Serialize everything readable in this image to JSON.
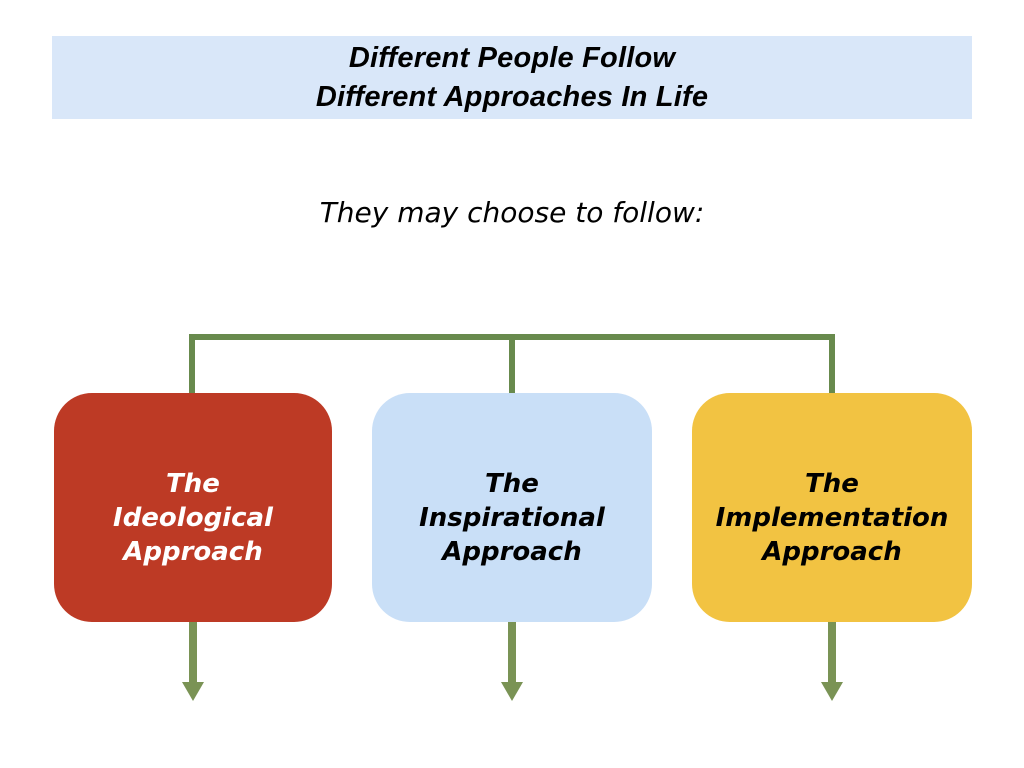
{
  "header": {
    "title": "Different People Follow\nDifferent Approaches In Life",
    "bg_color": "#d9e7f9",
    "text_color": "#000000"
  },
  "subtitle": {
    "text": "They may choose to follow:"
  },
  "diagram": {
    "connector_color": "#688a4d",
    "arrow_color": "#7a9355",
    "boxes": [
      {
        "label": "The\nIdeological\nApproach",
        "bg_color": "#bd3a25",
        "text_color": "#ffffff"
      },
      {
        "label": "The\nInspirational\nApproach",
        "bg_color": "#c9dff7",
        "text_color": "#000000"
      },
      {
        "label": "The\nImplementation\nApproach",
        "bg_color": "#f2c342",
        "text_color": "#000000"
      }
    ]
  }
}
